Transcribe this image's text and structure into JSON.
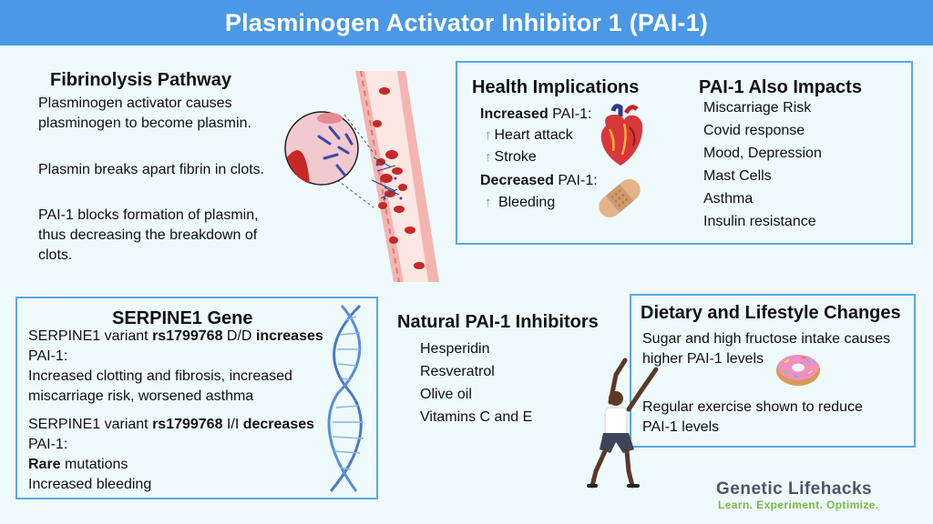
{
  "title": "Plasminogen Activator Inhibitor 1 (PAI-1)",
  "fibrinolysis": {
    "heading": "Fibrinolysis Pathway",
    "p1": "Plasminogen activator causes plasminogen to become plasmin.",
    "p2": "Plasmin breaks apart fibrin in clots.",
    "p3": "PAI-1 blocks formation of plasmin, thus decreasing the breakdown of clots."
  },
  "health": {
    "heading": "Health Implications",
    "increased_label": "Increased",
    "increased_suffix": " PAI-1:",
    "item_heart": "Heart attack",
    "item_stroke": "Stroke",
    "decreased_label": "Decreased",
    "decreased_suffix": " PAI-1:",
    "item_bleeding": "Bleeding"
  },
  "impacts": {
    "heading": "PAI-1 Also Impacts",
    "items": [
      "Miscarriage Risk",
      "Covid response",
      "Mood, Depression",
      "Mast Cells",
      "Asthma",
      "Insulin resistance"
    ]
  },
  "serpine": {
    "heading": "SERPINE1 Gene",
    "v1_prefix": "SERPINE1 variant ",
    "v1_rs": "rs1799768",
    "v1_geno": " D/D  ",
    "v1_effect": "increases",
    "v1_tail": "PAI-1:",
    "v1_desc": "Increased clotting and fibrosis, increased miscarriage risk, worsened asthma",
    "v2_prefix": "SERPINE1 variant ",
    "v2_rs": "rs1799768",
    "v2_geno": " I/I ",
    "v2_effect": "decreases",
    "v2_tail": "PAI-1:",
    "v2_rare": "Rare",
    "v2_rare_tail": " mutations",
    "v2_desc": "Increased bleeding"
  },
  "inhibitors": {
    "heading": "Natural PAI-1 Inhibitors",
    "items": [
      "Hesperidin",
      "Resveratrol",
      "Olive oil",
      "Vitamins C and E"
    ]
  },
  "lifestyle": {
    "heading": "Dietary and Lifestyle Changes",
    "p1": "Sugar and high fructose intake causes higher PAI-1 levels",
    "p2": "Regular exercise shown to reduce PAI-1 levels"
  },
  "brand": {
    "name": "Genetic Lifehacks",
    "tagline": "Learn. Experiment. Optimize."
  },
  "colors": {
    "header": "#4a98e6",
    "border": "#5aa6e6",
    "background": "#eefafc",
    "vessel": "#e88e8e",
    "blood_cell": "#c62828",
    "brand_green": "#7ab845"
  },
  "icons": [
    "blood-vessel-illustration",
    "heart-icon",
    "bandage-icon",
    "dna-icon",
    "donut-icon",
    "exercise-figure-icon"
  ]
}
